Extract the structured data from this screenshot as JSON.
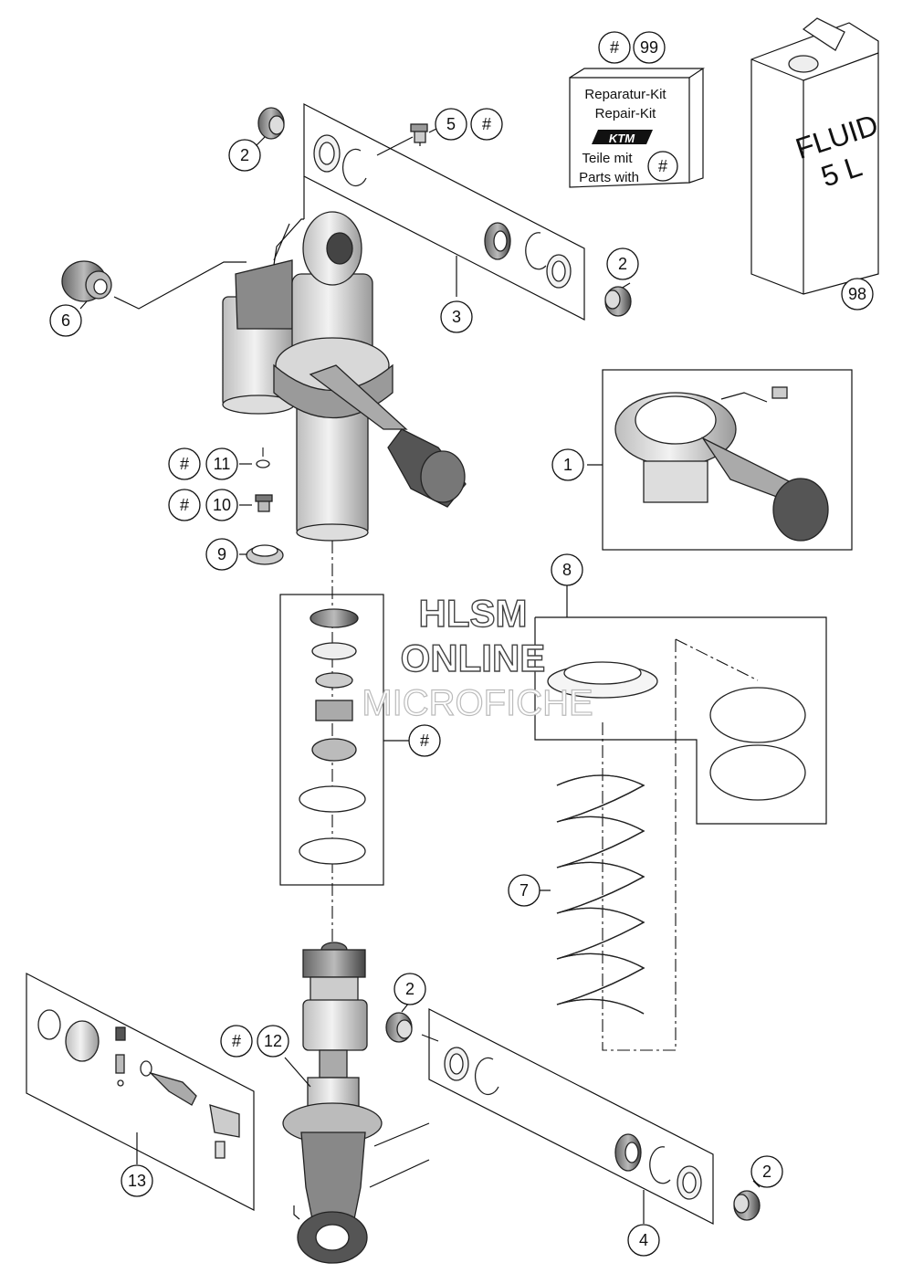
{
  "callouts": {
    "c2a": "2",
    "c2b": "2",
    "c2c": "2",
    "c2d": "2",
    "c5": "5",
    "c5hash": "#",
    "c6": "6",
    "c3": "3",
    "c98": "98",
    "hash99": "#",
    "c99": "99",
    "c1": "1",
    "c8": "8",
    "hash11": "#",
    "c11": "11",
    "hash10": "#",
    "c10": "10",
    "c9": "9",
    "hashKit": "#",
    "c7": "7",
    "hash12": "#",
    "c12": "12",
    "c13": "13",
    "c4": "4"
  },
  "repair_kit": {
    "line1": "Reparatur-Kit",
    "line2": "Repair-Kit",
    "logo": "KTM",
    "line3": "Teile mit",
    "line4": "Parts with",
    "hash": "#"
  },
  "fluid_can": {
    "line1": "FLUID",
    "line2": "5 L"
  },
  "watermark": {
    "line1": "HLSM",
    "line2": "ONLINE",
    "line3": "MICROFICHE"
  },
  "colors": {
    "line": "#111111",
    "part_light": "#eeeeee",
    "part_mid": "#bdbdbd",
    "part_dark": "#555555"
  }
}
